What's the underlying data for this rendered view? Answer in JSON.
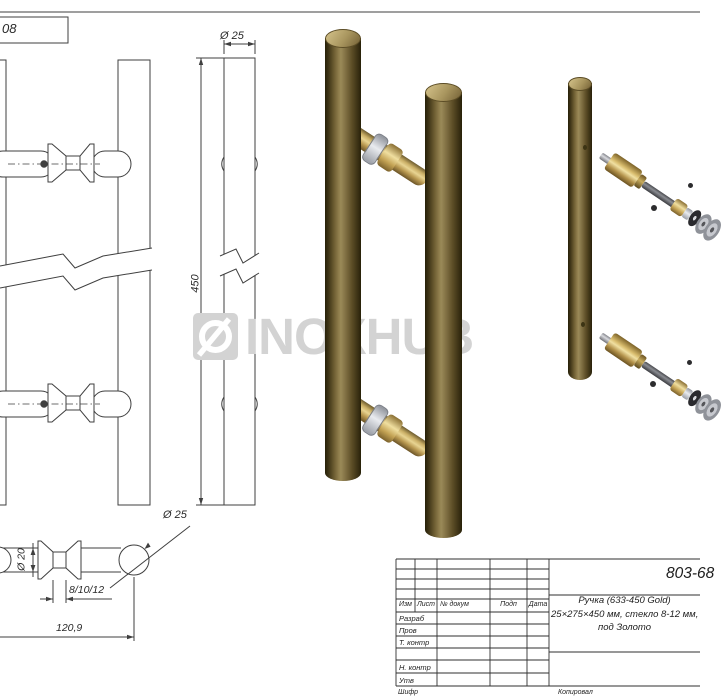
{
  "sheet": {
    "stamp_number": "08"
  },
  "dimensions": {
    "side_diameter": "Ø 25",
    "length": "450",
    "post_diameter": "Ø 20",
    "glass_thickness": "8/10/12",
    "mount_width": "120,9",
    "tube_diameter": "Ø 25"
  },
  "watermark": {
    "text": "INOXHUB"
  },
  "title_block": {
    "doc_number": "803-68",
    "product_line1": "Ручка (633-450 Gold)",
    "product_line2": "25×275×450 мм, стекло 8-12 мм,",
    "product_line3": "под Золото",
    "header_cols": [
      "Изм",
      "Лист",
      "№ докум",
      "Подп",
      "Дата"
    ],
    "rows": [
      "Разраб",
      "Пров",
      "Т. контр",
      "Н. контр",
      "Утв"
    ],
    "footer_left": "Шифр",
    "footer_right": "Копировал"
  },
  "colors": {
    "line": "#3f3f3f",
    "gold_mid": "#8a774a",
    "gold_light": "#cdbb83",
    "standoff_gold": "#e8d492",
    "silver": "#c9ccd2",
    "watermark": "#d3d3d3"
  }
}
